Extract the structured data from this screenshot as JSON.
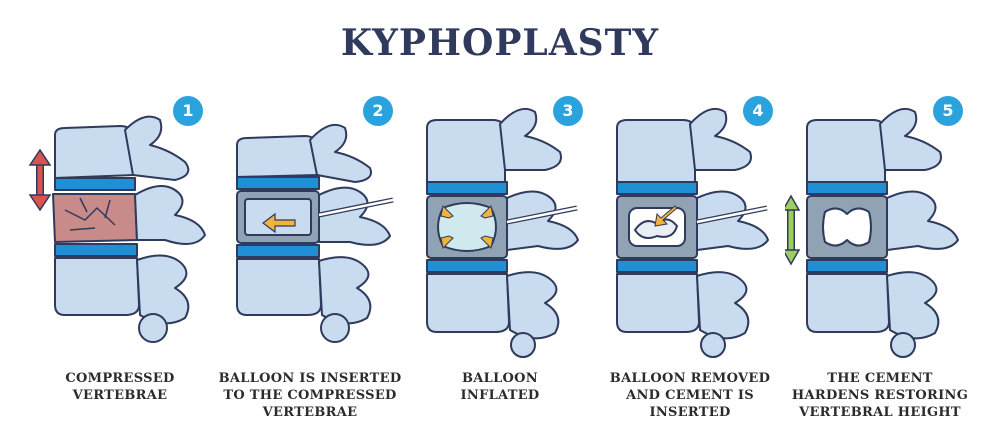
{
  "title": "KYPHOPLASTY",
  "colors": {
    "bone": "#c9dcef",
    "bone_dark": "#a9c3dd",
    "outline": "#2f3a5c",
    "disc": "#1f8fd6",
    "fracture": "#c98a8a",
    "badge": "#2aa3dc",
    "arrow_yellow": "#f2b33d",
    "arrow_red": "#d9534f",
    "arrow_green": "#9ccf5d"
  },
  "steps": [
    {
      "number": "1",
      "caption": [
        "COMPRESSED",
        "VERTEBRAE"
      ]
    },
    {
      "number": "2",
      "caption": [
        "BALLOON IS INSERTED",
        "TO THE COMPRESSED",
        "VERTEBRAE"
      ]
    },
    {
      "number": "3",
      "caption": [
        "BALLOON",
        "INFLATED"
      ]
    },
    {
      "number": "4",
      "caption": [
        "BALLOON REMOVED",
        "AND CEMENT IS",
        "INSERTED"
      ]
    },
    {
      "number": "5",
      "caption": [
        "THE CEMENT",
        "HARDENS RESTORING",
        "VERTEBRAL HEIGHT"
      ]
    }
  ]
}
